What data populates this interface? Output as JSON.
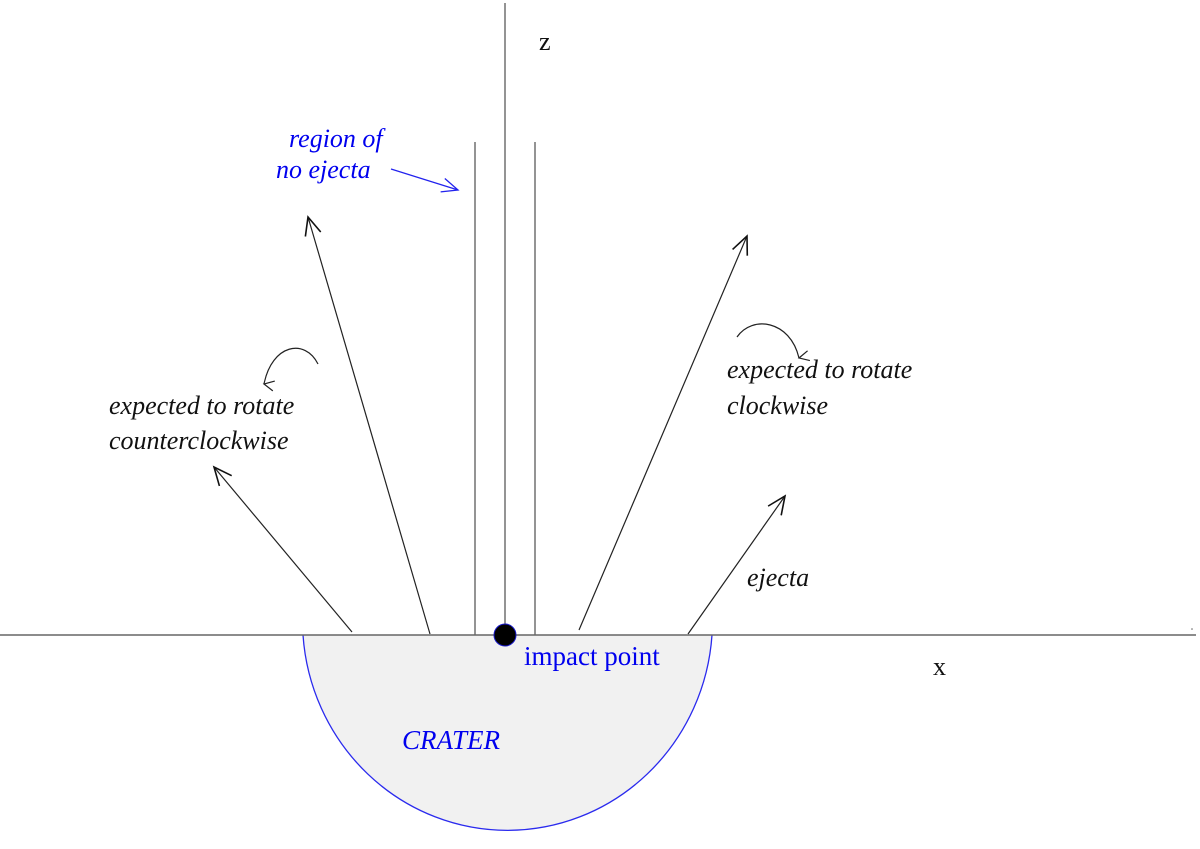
{
  "diagram": {
    "type": "impact-crater-ejecta-schematic",
    "axes": {
      "vertical_label": "z",
      "horizontal_label": "x"
    },
    "labels": {
      "region_line1": "region of",
      "region_line2": "no ejecta",
      "ccw_line1": "expected to rotate",
      "ccw_line2": "counterclockwise",
      "cw_line1": "expected to rotate",
      "cw_line2": "clockwise",
      "ejecta": "ejecta",
      "impact_point": "impact point",
      "crater": "CRATER"
    },
    "colors": {
      "annotation_blue": "#0000ee",
      "line_dark": "#333333",
      "crater_fill": "#f1f1f1",
      "crater_outline": "#2a2aee",
      "impact_dot": "#000000"
    },
    "ejecta_arrows": [
      {
        "side": "left",
        "description": "outer-left ejecta trajectory"
      },
      {
        "side": "left",
        "description": "inner-left ejecta trajectory"
      },
      {
        "side": "right",
        "description": "inner-right ejecta trajectory"
      },
      {
        "side": "right",
        "description": "outer-right ejecta trajectory"
      }
    ]
  }
}
